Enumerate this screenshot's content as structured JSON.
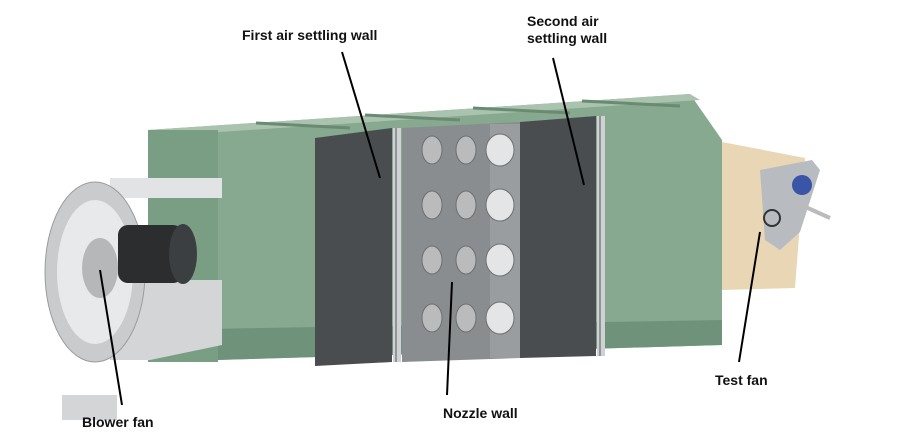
{
  "labels": {
    "first_wall": "First air settling wall",
    "second_wall_line1": "Second air",
    "second_wall_line2": "settling wall",
    "blower_fan": "Blower fan",
    "nozzle_wall": "Nozzle wall",
    "test_fan": "Test fan"
  },
  "colors": {
    "tunnel_green": "#7a9e84",
    "tunnel_dark": "#5e7f68",
    "wall_grey": "#4a4d50",
    "nozzle_grey": "#8a8d90",
    "test_panel": "#e9d6b4"
  }
}
